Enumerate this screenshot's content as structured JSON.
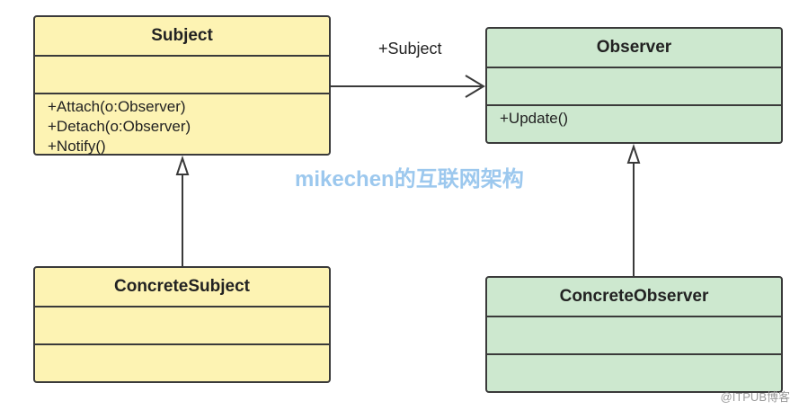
{
  "classes": {
    "subject": {
      "name": "Subject",
      "operations": [
        "+Attach(o:Observer)",
        "+Detach(o:Observer)",
        "+Notify()"
      ]
    },
    "observer": {
      "name": "Observer",
      "operations": [
        "+Update()"
      ]
    },
    "concrete_subject": {
      "name": "ConcreteSubject"
    },
    "concrete_observer": {
      "name": "ConcreteObserver"
    }
  },
  "association_label": "+Subject",
  "watermark": "mikechen的互联网架构",
  "credit": "@ITPUB博客",
  "colors": {
    "subject_fill": "#fdf3b3",
    "observer_fill": "#cde8cf",
    "stroke": "#3a3a3a",
    "watermark": "#9cc8ee"
  }
}
